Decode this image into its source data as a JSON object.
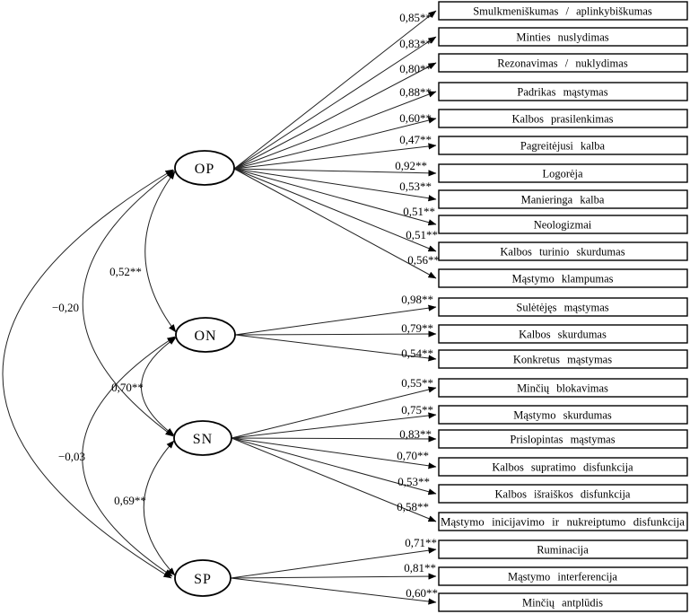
{
  "figure": {
    "factors": [
      {
        "id": "OP",
        "label": "OP",
        "indicators": [
          {
            "label": "Smulkmeniškumas / aplinkybiškumas",
            "loading": "0,85**"
          },
          {
            "label": "Minties nuslydimas",
            "loading": "0,83**"
          },
          {
            "label": "Rezonavimas / nuklydimas",
            "loading": "0,80**"
          },
          {
            "label": "Padrikas mąstymas",
            "loading": "0,88**"
          },
          {
            "label": "Kalbos prasilenkimas",
            "loading": "0,60**"
          },
          {
            "label": "Pagreitėjusi kalba",
            "loading": "0,47**"
          },
          {
            "label": "Logorėja",
            "loading": "0,92**"
          },
          {
            "label": "Manieringa kalba",
            "loading": "0,53**"
          },
          {
            "label": "Neologizmai",
            "loading": "0,51**"
          },
          {
            "label": "Kalbos turinio skurdumas",
            "loading": "0,51**"
          },
          {
            "label": "Mąstymo klampumas",
            "loading": "0,56**"
          }
        ]
      },
      {
        "id": "ON",
        "label": "ON",
        "indicators": [
          {
            "label": "Sulėtėjęs mąstymas",
            "loading": "0,98**"
          },
          {
            "label": "Kalbos skurdumas",
            "loading": "0,79**"
          },
          {
            "label": "Konkretus mąstymas",
            "loading": "0,54**"
          }
        ]
      },
      {
        "id": "SN",
        "label": "SN",
        "indicators": [
          {
            "label": "Minčių blokavimas",
            "loading": "0,55**"
          },
          {
            "label": "Mąstymo skurdumas",
            "loading": "0,75**"
          },
          {
            "label": "Prislopintas mąstymas",
            "loading": "0,83**"
          },
          {
            "label": "Kalbos supratimo disfunkcija",
            "loading": "0,70**"
          },
          {
            "label": "Kalbos išraiškos disfunkcija",
            "loading": "0,53**"
          },
          {
            "label": "Mąstymo inicijavimo ir nukreiptumo disfunkcija",
            "loading": "0,58**"
          }
        ]
      },
      {
        "id": "SP",
        "label": "SP",
        "indicators": [
          {
            "label": "Ruminacija",
            "loading": "0,71**"
          },
          {
            "label": "Mąstymo interferencija",
            "loading": "0,81**"
          },
          {
            "label": "Minčių antplūdis",
            "loading": "0,60**"
          }
        ]
      }
    ],
    "correlations": [
      {
        "pair": "OP–ON",
        "value": "0,52**"
      },
      {
        "pair": "OP–SN",
        "value": "−0,20"
      },
      {
        "pair": "ON–SN",
        "value": "0,70**"
      },
      {
        "pair": "ON–SP",
        "value": "−0,03"
      },
      {
        "pair": "SN–SP",
        "value": "0,69**"
      },
      {
        "pair": "OP–SP",
        "value": ""
      }
    ],
    "colors": {
      "stroke": "#000000",
      "fill": "#ffffff"
    }
  }
}
